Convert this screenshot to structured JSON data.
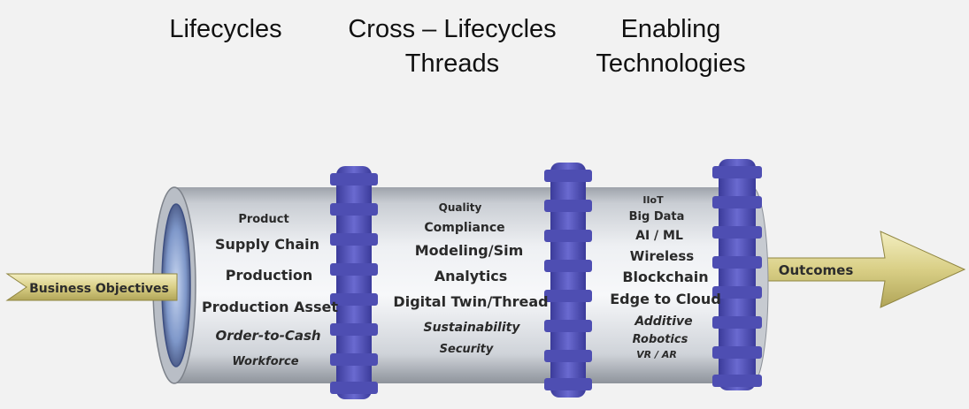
{
  "headings": {
    "lifecycles": "Lifecycles",
    "cross_line1": "Cross – Lifecycles",
    "cross_line2": "Threads",
    "enabling_line1": "Enabling",
    "enabling_line2": "Technologies"
  },
  "input_arrow": "Business Objectives",
  "output_arrow": "Outcomes",
  "lifecycles": [
    "Product",
    "Supply Chain",
    "Production",
    "Production Asset",
    "Order-to-Cash",
    "Workforce"
  ],
  "threads": [
    "Quality",
    "Compliance",
    "Modeling/Sim",
    "Analytics",
    "Digital Twin/Thread",
    "Sustainability",
    "Security"
  ],
  "technologies": [
    "IIoT",
    "Big Data",
    "AI / ML",
    "Wireless",
    "Blockchain",
    "Edge to Cloud",
    "Additive",
    "Robotics",
    "VR / AR"
  ],
  "colors": {
    "cylinder": "#d4d7dc",
    "gear": "#5a5ab8",
    "arrow": "#d9cf86",
    "background": "#f2f2f2"
  }
}
